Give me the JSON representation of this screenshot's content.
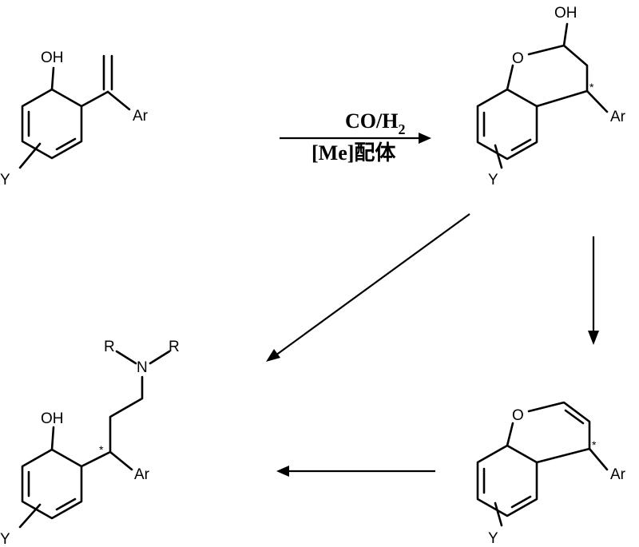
{
  "reaction": {
    "reagent_top": "CO/H",
    "reagent_top_subscript": "2",
    "reagent_bottom": "[Me]配体"
  },
  "compound_1": {
    "hydroxyl": "OH",
    "aryl": "Ar",
    "substituent": "Y"
  },
  "compound_2": {
    "hydroxyl": "OH",
    "ring_oxygen": "O",
    "stereocenter": "*",
    "aryl": "Ar",
    "substituent": "Y"
  },
  "compound_3": {
    "ring_oxygen": "O",
    "stereocenter": "*",
    "aryl": "Ar",
    "substituent": "Y"
  },
  "compound_4": {
    "amine_n": "N",
    "amine_r_left": "R",
    "amine_r_right": "R",
    "hydroxyl": "OH",
    "stereocenter": "*",
    "aryl": "Ar",
    "substituent": "Y"
  }
}
